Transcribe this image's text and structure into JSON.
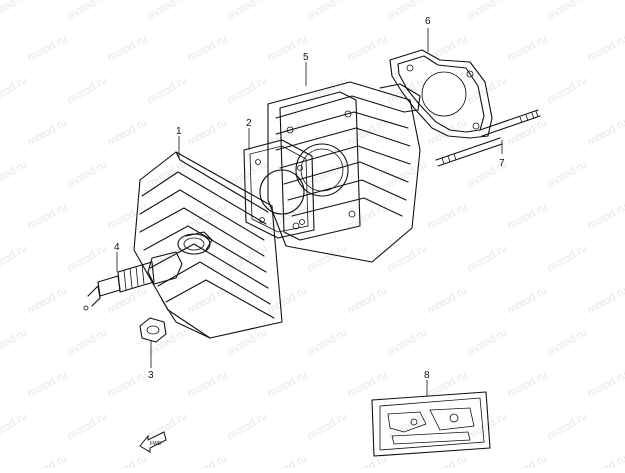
{
  "watermark": {
    "text": "motod.ru"
  },
  "parts": [
    {
      "num": "1",
      "icon": "cylinder-head-icon"
    },
    {
      "num": "2",
      "icon": "head-gasket-icon"
    },
    {
      "num": "3",
      "icon": "nut-icon"
    },
    {
      "num": "4",
      "icon": "spark-plug-icon"
    },
    {
      "num": "5",
      "icon": "cylinder-icon"
    },
    {
      "num": "6",
      "icon": "base-gasket-icon"
    },
    {
      "num": "7",
      "icon": "stud-bolt-icon"
    },
    {
      "num": "8",
      "icon": "gasket-set-icon"
    }
  ],
  "direction": {
    "label": "FWD",
    "icon": "forward-arrow-icon"
  }
}
